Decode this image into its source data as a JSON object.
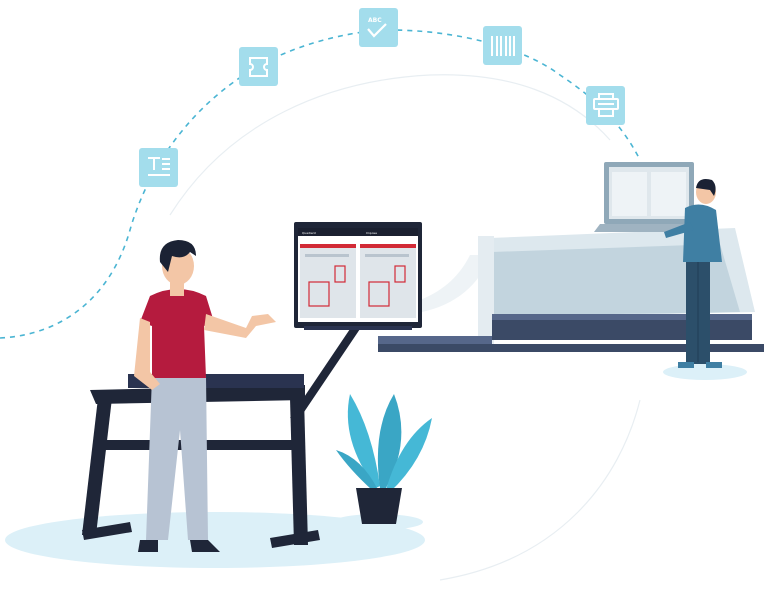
{
  "colors": {
    "icon_tile": "#a3ddec",
    "icon_glyph": "#ffffff",
    "dashed_path": "#4bb5d3",
    "ground_shadow": "#dcf0f8",
    "dark_navy": "#1f2638",
    "shirt": "#b51b3e",
    "pants": "#b7c3d3",
    "skin": "#f3c6a6",
    "hair": "#1b2234",
    "plant": "#45b8d6",
    "pot": "#1f2638",
    "machine_body": "#c2d4de",
    "machine_glass": "#dde8ee",
    "screen_red": "#d22a36",
    "operator_shirt": "#3f7fa3",
    "operator_pants": "#2c4f6a"
  },
  "icons": [
    {
      "name": "text-layout-icon"
    },
    {
      "name": "die-cut-shape-icon"
    },
    {
      "name": "abc-check-icon",
      "label": "ABC"
    },
    {
      "name": "barcode-icon"
    },
    {
      "name": "printer-icon"
    }
  ],
  "monitor": {
    "app_name": "Quadient",
    "toolbar_text": "Impose"
  }
}
